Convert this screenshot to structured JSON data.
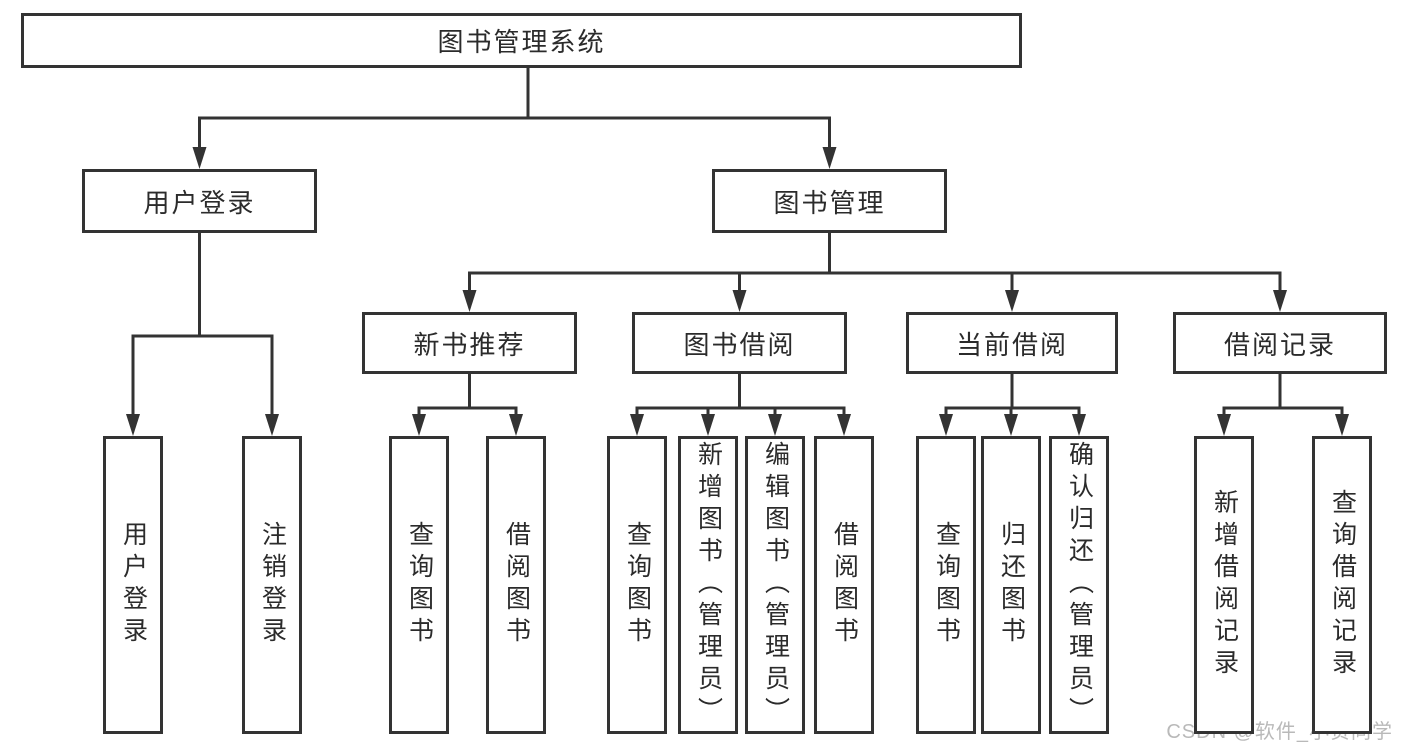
{
  "diagram": {
    "type": "tree",
    "title": "图书管理系统",
    "watermark": "CSDN @软件_小贺同学",
    "colors": {
      "line": "#333333",
      "box_border": "#333333",
      "box_fill": "#ffffff",
      "text": "#2b2b2b",
      "watermark": "#b9b9b9"
    },
    "nodes": {
      "root": {
        "label": "图书管理系统"
      },
      "user-login": {
        "label": "用户登录"
      },
      "book-mgmt": {
        "label": "图书管理"
      },
      "new-book-rec": {
        "label": "新书推荐"
      },
      "book-borrow": {
        "label": "图书借阅"
      },
      "current-borrow": {
        "label": "当前借阅"
      },
      "borrow-records": {
        "label": "借阅记录"
      },
      "user-login-leaf": {
        "label": "用户登录"
      },
      "logout": {
        "label": "注销登录"
      },
      "rec-query-book": {
        "label": "查询图书"
      },
      "rec-borrow-book": {
        "label": "借阅图书"
      },
      "bb-query-book": {
        "label": "查询图书"
      },
      "bb-add-book": {
        "label": "新增图书（管理员）"
      },
      "bb-edit-book": {
        "label": "编辑图书（管理员）"
      },
      "bb-borrow-book": {
        "label": "借阅图书"
      },
      "cb-query-book": {
        "label": "查询图书"
      },
      "cb-return-book": {
        "label": "归还图书"
      },
      "cb-confirm-return": {
        "label": "确认归还（管理员）"
      },
      "br-add-record": {
        "label": "新增借阅记录"
      },
      "br-query-record": {
        "label": "查询借阅记录"
      }
    },
    "edges": [
      {
        "from": "root",
        "to": [
          "user-login",
          "book-mgmt"
        ]
      },
      {
        "from": "user-login",
        "to": [
          "user-login-leaf",
          "logout"
        ]
      },
      {
        "from": "book-mgmt",
        "to": [
          "new-book-rec",
          "book-borrow",
          "current-borrow",
          "borrow-records"
        ]
      },
      {
        "from": "new-book-rec",
        "to": [
          "rec-query-book",
          "rec-borrow-book"
        ]
      },
      {
        "from": "book-borrow",
        "to": [
          "bb-query-book",
          "bb-add-book",
          "bb-edit-book",
          "bb-borrow-book"
        ]
      },
      {
        "from": "current-borrow",
        "to": [
          "cb-query-book",
          "cb-return-book",
          "cb-confirm-return"
        ]
      },
      {
        "from": "borrow-records",
        "to": [
          "br-add-record",
          "br-query-record"
        ]
      }
    ]
  }
}
